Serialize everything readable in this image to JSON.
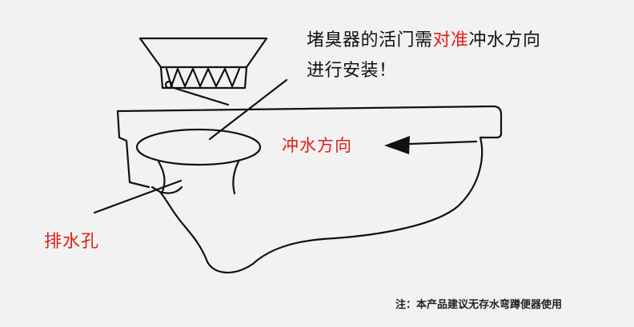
{
  "instruction": {
    "line1_prefix": "堵臭器的活门需",
    "line1_highlight": "对准",
    "line1_suffix": "冲水方向",
    "line2": "进行安装！"
  },
  "labels": {
    "flush_direction": "冲水方向",
    "drain_hole": "排水孔"
  },
  "footnote": "注：本产品建议无存水弯蹲便器使用",
  "colors": {
    "background": "#f2f2f2",
    "line": "#111111",
    "highlight": "#e0201c"
  }
}
